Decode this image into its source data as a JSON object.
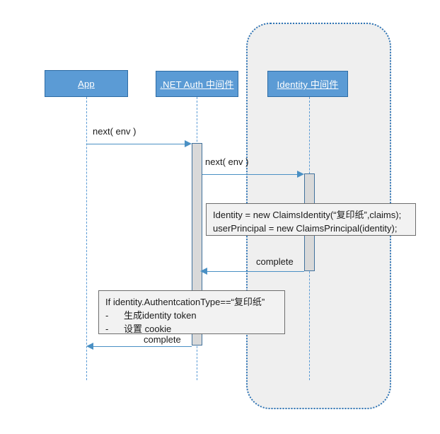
{
  "diagram": {
    "type": "uml-sequence-diagram",
    "background": "#ffffff",
    "accent_color": "#5b9bd5",
    "group_container": {
      "fill": "#efefef",
      "border_color": "#2e74b5",
      "border_style": "dotted"
    },
    "participants": [
      {
        "id": "app",
        "label": "App"
      },
      {
        "id": "netauth",
        "label": ".NET Auth 中间件"
      },
      {
        "id": "identity",
        "label": "Identity 中间件"
      }
    ],
    "messages": [
      {
        "id": "m1",
        "label": "next( env )",
        "from": "app",
        "to": "netauth",
        "direction": "right"
      },
      {
        "id": "m2",
        "label": "next( env )",
        "from": "netauth",
        "to": "identity",
        "direction": "right"
      },
      {
        "id": "m3",
        "label": "complete",
        "from": "identity",
        "to": "netauth",
        "direction": "left"
      },
      {
        "id": "m4",
        "label": "complete",
        "from": "netauth",
        "to": "app",
        "direction": "left"
      }
    ],
    "notes": [
      {
        "id": "code-note",
        "lines": [
          "Identity = new ClaimsIdentity(“复印纸”,claims);",
          "userPrincipal = new ClaimsPrincipal(identity);"
        ]
      },
      {
        "id": "condition-note",
        "heading": "If identity.AuthentcationType==“复印纸”",
        "bullets": [
          {
            "dash": "-",
            "text": "生成identity token"
          },
          {
            "dash": "-",
            "text": "设置 cookie"
          }
        ]
      }
    ]
  }
}
